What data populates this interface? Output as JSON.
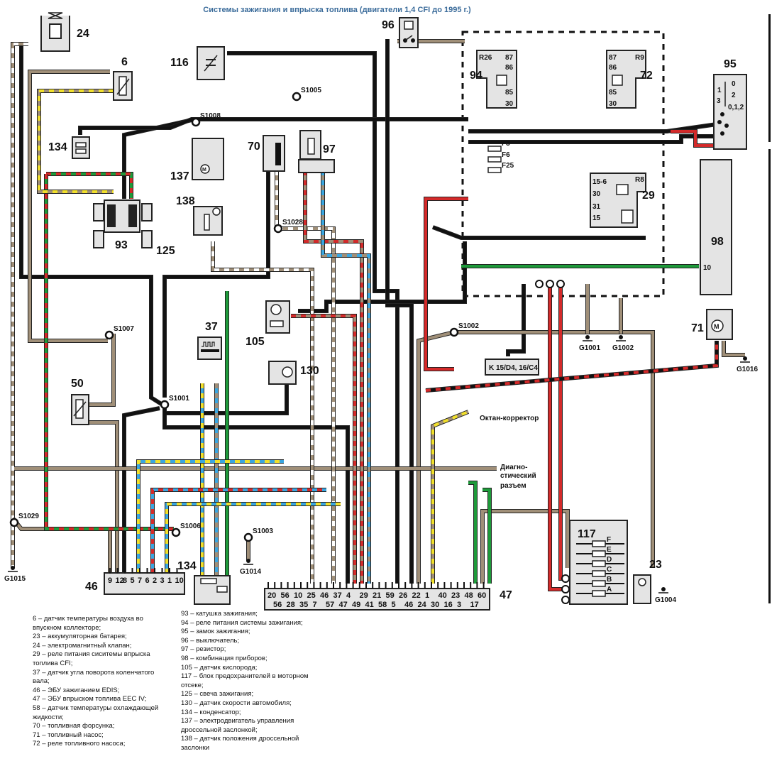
{
  "title": "Системы зажигания и впрыска топлива (двигатели 1,4 CFI до 1995 г.)",
  "components": {
    "c24": "24",
    "c6": "6",
    "c116": "116",
    "c96": "96",
    "c94": "94",
    "c72": "72",
    "c95": "95",
    "c134a": "134",
    "c137": "137",
    "c70": "70",
    "c97": "97",
    "c29": "29",
    "c98": "98",
    "c138": "138",
    "c93": "93",
    "c125": "125",
    "c37": "37",
    "c105": "105",
    "c130": "130",
    "c50": "50",
    "c71": "71",
    "c46": "46",
    "c134b": "134",
    "c47": "47",
    "c117": "117",
    "c23": "23"
  },
  "relay94": {
    "code": "R26",
    "pins": [
      "87",
      "86",
      "85",
      "30"
    ]
  },
  "relay72": {
    "code": "R9",
    "pins": [
      "87",
      "86",
      "85",
      "30"
    ]
  },
  "relay29": {
    "code": "R8",
    "pins": [
      "15-6",
      "30",
      "31",
      "15"
    ]
  },
  "ignition_switch95": {
    "positions": [
      "0",
      "1",
      "2",
      "3",
      "0,1,2"
    ]
  },
  "fuses": [
    "F3",
    "F6",
    "F25"
  ],
  "fusebox117": {
    "fuses": [
      "F",
      "E",
      "D",
      "C",
      "B",
      "A"
    ]
  },
  "instrument98": {
    "pin": "10"
  },
  "splices": [
    "S1005",
    "S1008",
    "S1028",
    "S1007",
    "S1002",
    "S1001",
    "S1029",
    "S1006",
    "S1003"
  ],
  "grounds": [
    "G1001",
    "G1002",
    "G1016",
    "G1015",
    "G1014",
    "G1004"
  ],
  "reference_box": "K 15/D4, 16/C4",
  "connectors": {
    "octane": "Октан-корректор",
    "diag_line1": "Диагно-",
    "diag_line2": "стический",
    "diag_line3": "разъем"
  },
  "ecu46_pins": [
    "9",
    "12",
    "8",
    "5",
    "7",
    "6",
    "2",
    "3",
    "1",
    "10"
  ],
  "ecu47_pins_row1": [
    "20",
    "56",
    "10",
    "25",
    "46",
    "37",
    "4",
    "29",
    "21",
    "59",
    "26",
    "22",
    "1",
    "40",
    "23",
    "48",
    "60"
  ],
  "ecu47_pins_row2": [
    "56",
    "28",
    "35",
    "7",
    "57",
    "47",
    "49",
    "41",
    "58",
    "5",
    "46",
    "24",
    "30",
    "16",
    "3",
    "17"
  ],
  "legend_left": [
    "6 – датчик температуры воздуха во",
    "впускном коллекторе;",
    "23 – аккумуляторная батарея;",
    "24 – электромагнитный клапан;",
    "29 – реле питания сиситемы впрыска",
    "топлива CFI;",
    "37 – датчик угла поворота коленчатого",
    "вала;",
    "46 – ЭБУ зажиганием EDIS;",
    "47 – ЭБУ впрыском топлива EEC IV;",
    "58 – датчик температуры охлаждающей",
    "жидкости;",
    "70 – топливная форсунка;",
    "71 – топливный насос;",
    "72 – реле топливного насоса;"
  ],
  "legend_right": [
    "93 – катушка зажигания;",
    "94 – реле питания системы зажигания;",
    "95 – замок зажигания;",
    "96 – выключатель;",
    "97 – резистор;",
    "98 – комбинация приборов;",
    "105 – датчик кислорода;",
    "117 – блок предохранителей в моторном",
    "отсеке;",
    "125 – свеча зажигания;",
    "130 – датчик скорости автомобиля;",
    "134 – конденсатор;",
    "137 – электродвигатель управления",
    "дроссельной заслонкой;",
    "138 – датчик положения дроссельной",
    "заслонки"
  ],
  "wire_colors": {
    "black": "#111111",
    "brown": "#a08f78",
    "red": "#d42a2a",
    "green": "#1e9a3a",
    "yellow": "#f2e02a",
    "blue": "#3aa6e0",
    "white": "#ffffff"
  }
}
